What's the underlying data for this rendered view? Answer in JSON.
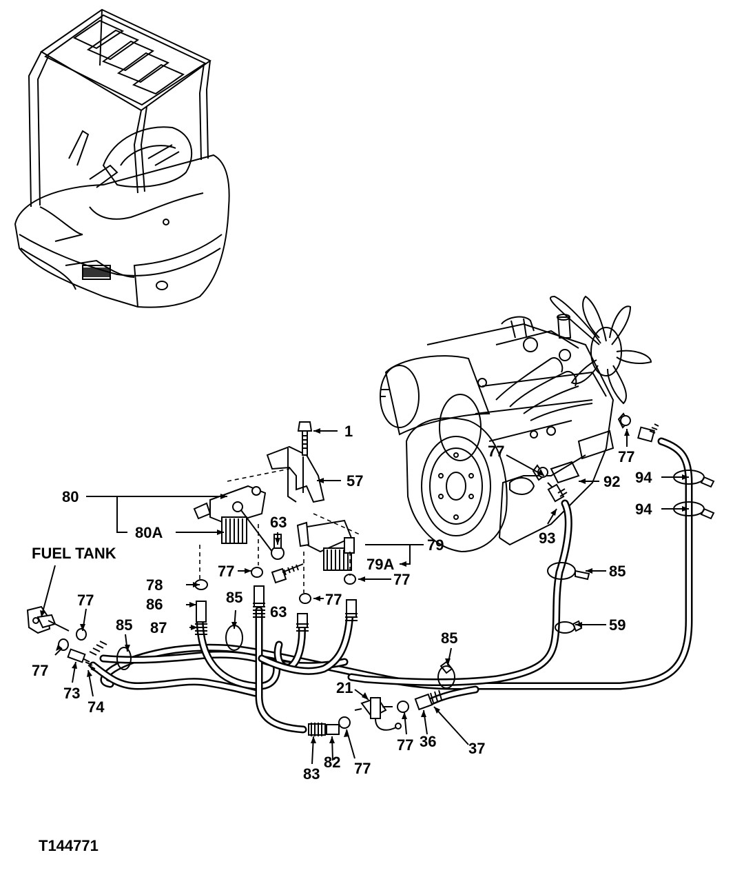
{
  "figure_id": "T144771",
  "fuel_tank_label": "FUEL TANK",
  "callouts": {
    "c1": "1",
    "c57": "57",
    "c80": "80",
    "c80A": "80A",
    "c63a": "63",
    "c63b": "63",
    "c79": "79",
    "c79A": "79A",
    "c77_eng_l": "77",
    "c77_eng_r": "77",
    "c92": "92",
    "c94a": "94",
    "c94b": "94",
    "c93": "93",
    "c85_r": "85",
    "c59": "59",
    "c78": "78",
    "c77_a": "77",
    "c77_b": "77",
    "c77_c": "77",
    "c86": "86",
    "c87": "87",
    "c85_mid": "85",
    "c77_tank": "77",
    "c85_tank": "85",
    "c77_tank2": "77",
    "c73": "73",
    "c74": "74",
    "c85_low": "85",
    "c21": "21",
    "c77_d": "77",
    "c36": "36",
    "c37": "37",
    "c83": "83",
    "c82": "82",
    "c77_e": "77"
  }
}
